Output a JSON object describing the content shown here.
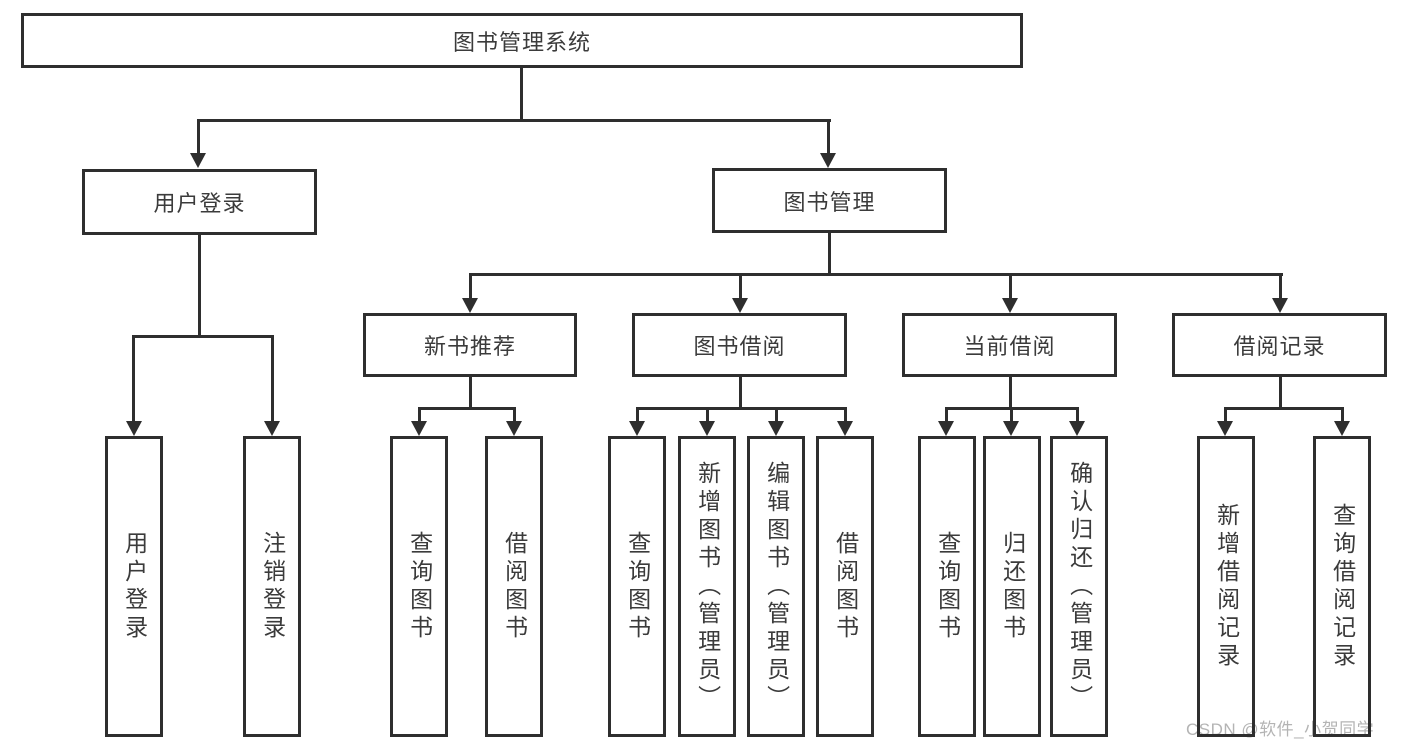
{
  "diagram": {
    "nodes": {
      "root": {
        "label": "图书管理系统"
      },
      "user_login": {
        "label": "用户登录"
      },
      "book_mgmt": {
        "label": "图书管理"
      },
      "new_book": {
        "label": "新书推荐"
      },
      "book_borrow": {
        "label": "图书借阅"
      },
      "current_borrow": {
        "label": "当前借阅"
      },
      "borrow_record": {
        "label": "借阅记录"
      },
      "leaf_user_login": {
        "label": "用户登录"
      },
      "leaf_logout": {
        "label": "注销登录"
      },
      "leaf_nb_query": {
        "label": "查询图书"
      },
      "leaf_nb_borrow": {
        "label": "借阅图书"
      },
      "leaf_bb_query": {
        "label": "查询图书"
      },
      "leaf_bb_add": {
        "label": "新增图书（管理员）"
      },
      "leaf_bb_edit": {
        "label": "编辑图书（管理员）"
      },
      "leaf_bb_borrow": {
        "label": "借阅图书"
      },
      "leaf_cb_query": {
        "label": "查询图书"
      },
      "leaf_cb_return": {
        "label": "归还图书"
      },
      "leaf_cb_confirm": {
        "label": "确认归还（管理员）"
      },
      "leaf_br_add": {
        "label": "新增借阅记录"
      },
      "leaf_br_query": {
        "label": "查询借阅记录"
      }
    },
    "hierarchy": {
      "图书管理系统": {
        "用户登录": [
          "用户登录",
          "注销登录"
        ],
        "图书管理": {
          "新书推荐": [
            "查询图书",
            "借阅图书"
          ],
          "图书借阅": [
            "查询图书",
            "新增图书（管理员）",
            "编辑图书（管理员）",
            "借阅图书"
          ],
          "当前借阅": [
            "查询图书",
            "归还图书",
            "确认归还（管理员）"
          ],
          "借阅记录": [
            "新增借阅记录",
            "查询借阅记录"
          ]
        }
      }
    },
    "watermark": "CSDN @软件_小贺同学",
    "colors": {
      "line": "#2e2e2e",
      "text": "#3b3b3b",
      "watermark": "#b4b4b4",
      "background": "#ffffff"
    }
  }
}
